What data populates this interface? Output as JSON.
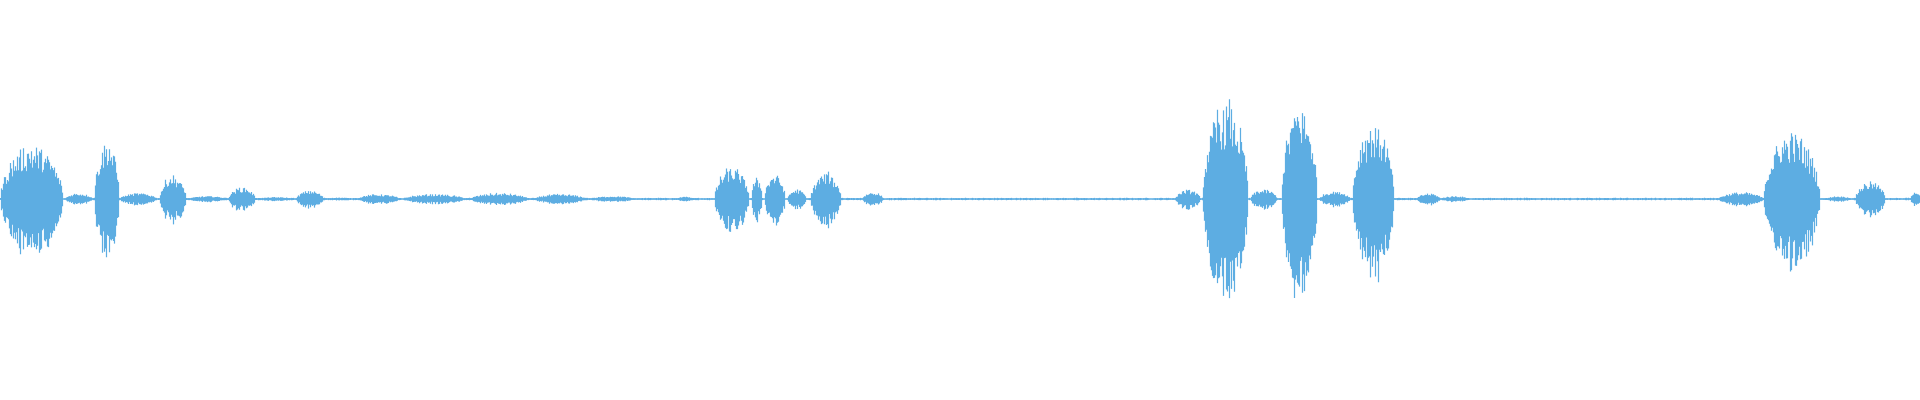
{
  "waveform": {
    "color": "#5dade2",
    "background": "#ffffff",
    "duration_normalized": [
      0,
      1
    ],
    "baseline_amplitude": 0.012,
    "segments": [
      {
        "start": 0.0,
        "end": 0.033,
        "peak": 0.56
      },
      {
        "start": 0.034,
        "end": 0.048,
        "peak": 0.06
      },
      {
        "start": 0.049,
        "end": 0.062,
        "peak": 0.6
      },
      {
        "start": 0.062,
        "end": 0.082,
        "peak": 0.06
      },
      {
        "start": 0.083,
        "end": 0.097,
        "peak": 0.24
      },
      {
        "start": 0.098,
        "end": 0.118,
        "peak": 0.03
      },
      {
        "start": 0.119,
        "end": 0.133,
        "peak": 0.12
      },
      {
        "start": 0.134,
        "end": 0.153,
        "peak": 0.02
      },
      {
        "start": 0.154,
        "end": 0.168,
        "peak": 0.09
      },
      {
        "start": 0.169,
        "end": 0.185,
        "peak": 0.015
      },
      {
        "start": 0.186,
        "end": 0.208,
        "peak": 0.05
      },
      {
        "start": 0.21,
        "end": 0.242,
        "peak": 0.05
      },
      {
        "start": 0.245,
        "end": 0.275,
        "peak": 0.06
      },
      {
        "start": 0.278,
        "end": 0.305,
        "peak": 0.05
      },
      {
        "start": 0.308,
        "end": 0.33,
        "peak": 0.03
      },
      {
        "start": 0.34,
        "end": 0.35,
        "peak": 0.01
      },
      {
        "start": 0.353,
        "end": 0.36,
        "peak": 0.03
      },
      {
        "start": 0.372,
        "end": 0.39,
        "peak": 0.32
      },
      {
        "start": 0.391,
        "end": 0.397,
        "peak": 0.22
      },
      {
        "start": 0.398,
        "end": 0.409,
        "peak": 0.26
      },
      {
        "start": 0.41,
        "end": 0.42,
        "peak": 0.1
      },
      {
        "start": 0.422,
        "end": 0.438,
        "peak": 0.27
      },
      {
        "start": 0.449,
        "end": 0.46,
        "peak": 0.07
      },
      {
        "start": 0.612,
        "end": 0.625,
        "peak": 0.1
      },
      {
        "start": 0.626,
        "end": 0.65,
        "peak": 1.0
      },
      {
        "start": 0.651,
        "end": 0.665,
        "peak": 0.1
      },
      {
        "start": 0.667,
        "end": 0.686,
        "peak": 0.97
      },
      {
        "start": 0.687,
        "end": 0.703,
        "peak": 0.08
      },
      {
        "start": 0.704,
        "end": 0.726,
        "peak": 0.78
      },
      {
        "start": 0.738,
        "end": 0.75,
        "peak": 0.06
      },
      {
        "start": 0.75,
        "end": 0.765,
        "peak": 0.03
      },
      {
        "start": 0.895,
        "end": 0.918,
        "peak": 0.07
      },
      {
        "start": 0.918,
        "end": 0.948,
        "peak": 0.68
      },
      {
        "start": 0.951,
        "end": 0.964,
        "peak": 0.03
      },
      {
        "start": 0.966,
        "end": 0.982,
        "peak": 0.18
      },
      {
        "start": 0.995,
        "end": 1.0,
        "peak": 0.08
      }
    ]
  }
}
